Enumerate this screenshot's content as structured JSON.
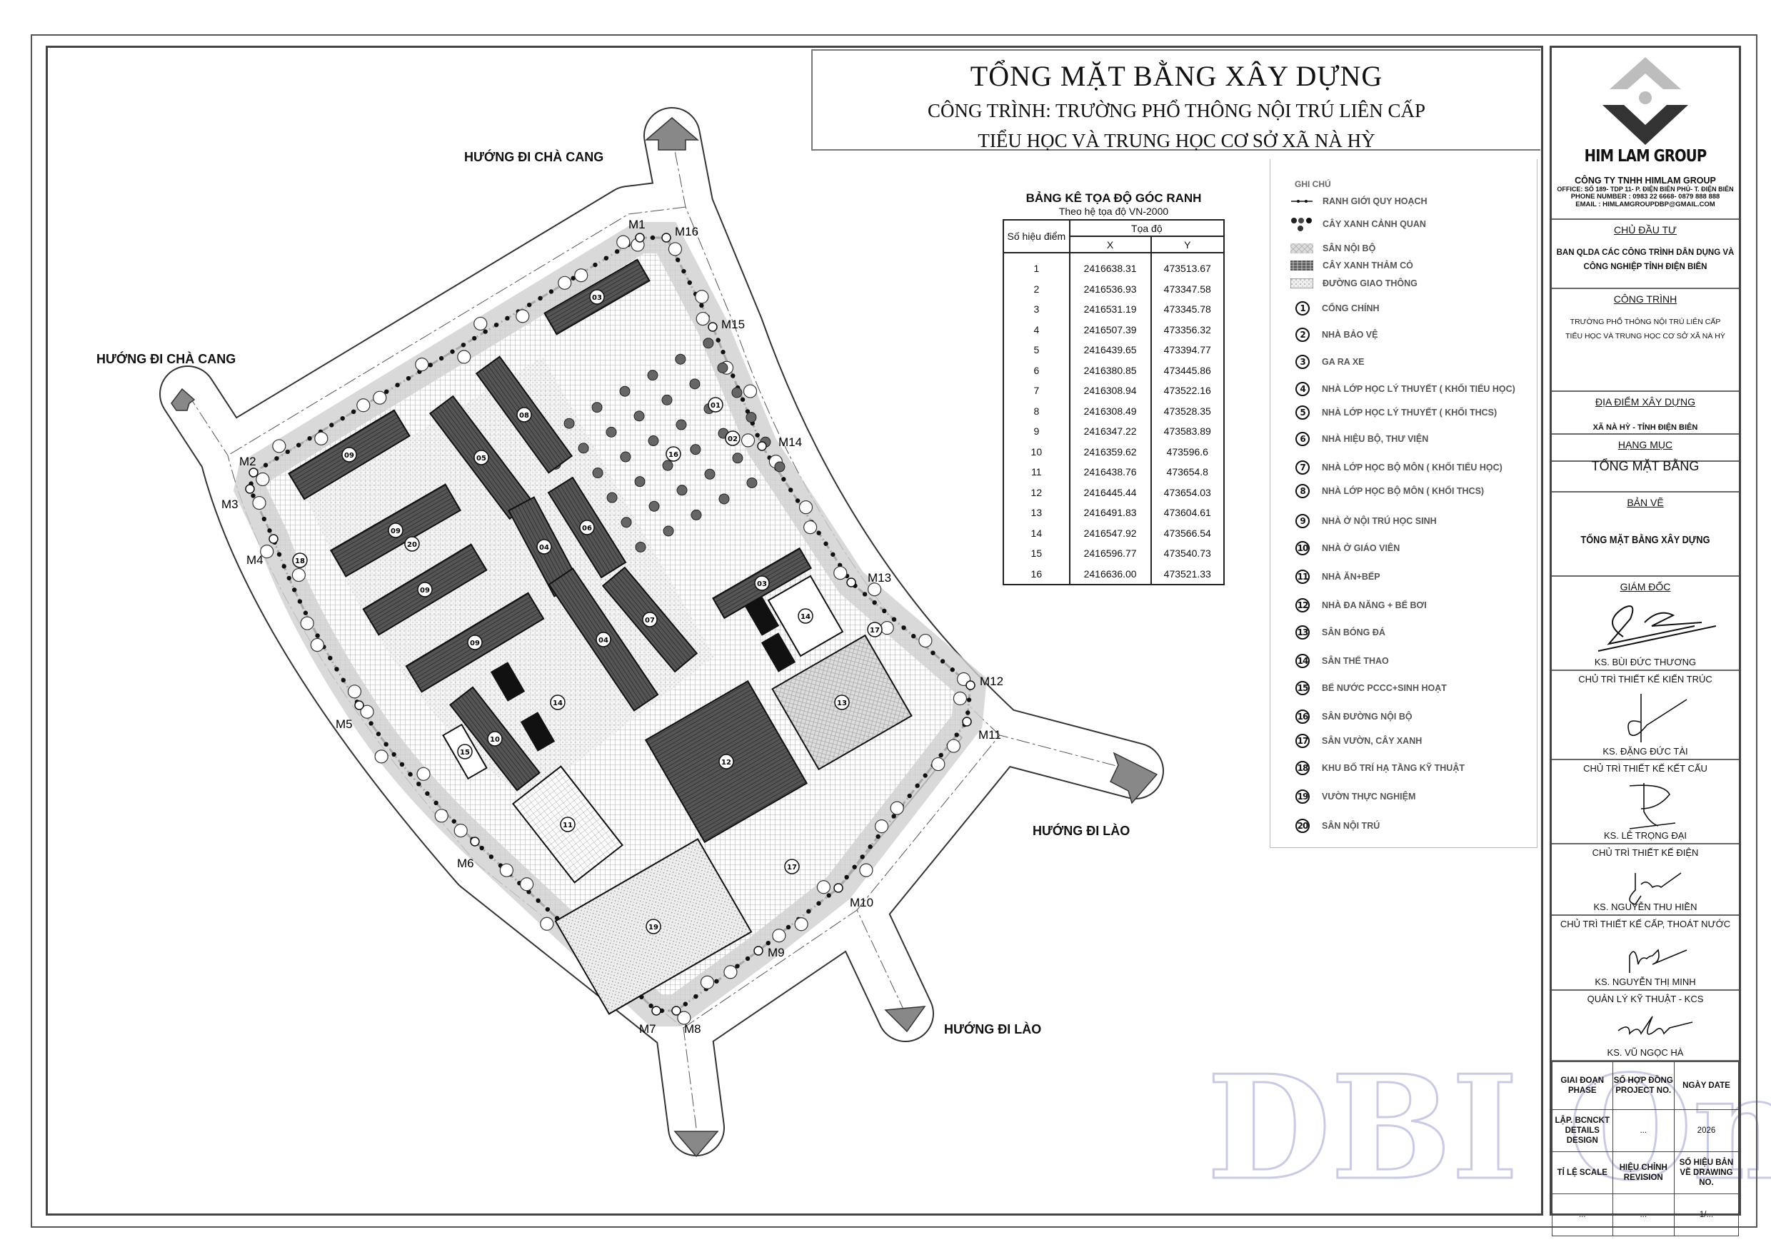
{
  "header": {
    "title": "TỔNG MẶT BẰNG XÂY DỰNG",
    "subtitle_line1": "CÔNG TRÌNH: TRƯỜNG PHỔ THÔNG NỘI TRÚ LIÊN CẤP",
    "subtitle_line2": "TIỂU HỌC VÀ TRUNG HỌC CƠ SỞ XÃ NÀ HỲ"
  },
  "plan": {
    "directions": [
      "HƯỚNG ĐI CHÀ CANG",
      "HƯỚNG ĐI CHÀ CANG",
      "HƯỚNG ĐI LÀO",
      "HƯỚNG ĐI LÀO"
    ],
    "markers": [
      "M1",
      "M2",
      "M3",
      "M4",
      "M5",
      "M6",
      "M7",
      "M8",
      "M9",
      "M10",
      "M11",
      "M12",
      "M13",
      "M14",
      "M15",
      "M16"
    ],
    "building_labels": [
      "03",
      "08",
      "05",
      "06",
      "04",
      "04",
      "07",
      "09",
      "09",
      "09",
      "09",
      "10",
      "11",
      "12",
      "03",
      "14",
      "13",
      "19",
      "15",
      "14",
      "16",
      "17",
      "17",
      "18",
      "20",
      "01",
      "02"
    ]
  },
  "coord_table": {
    "title": "BẢNG KÊ TỌA ĐỘ GÓC RANH",
    "subtitle": "Theo hệ tọa độ VN-2000",
    "col_point": "Số hiệu điểm",
    "col_coord": "Tọa độ",
    "col_x": "X",
    "col_y": "Y",
    "rows": [
      [
        "1",
        "2416638.31",
        "473513.67"
      ],
      [
        "2",
        "2416536.93",
        "473347.58"
      ],
      [
        "3",
        "2416531.19",
        "473345.78"
      ],
      [
        "4",
        "2416507.39",
        "473356.32"
      ],
      [
        "5",
        "2416439.65",
        "473394.77"
      ],
      [
        "6",
        "2416380.85",
        "473445.86"
      ],
      [
        "7",
        "2416308.94",
        "473522.16"
      ],
      [
        "8",
        "2416308.49",
        "473528.35"
      ],
      [
        "9",
        "2416347.22",
        "473583.89"
      ],
      [
        "10",
        "2416359.62",
        "473596.6"
      ],
      [
        "11",
        "2416438.76",
        "473654.8"
      ],
      [
        "12",
        "2416445.44",
        "473654.03"
      ],
      [
        "13",
        "2416491.83",
        "473604.61"
      ],
      [
        "14",
        "2416547.92",
        "473566.54"
      ],
      [
        "15",
        "2416596.77",
        "473540.73"
      ],
      [
        "16",
        "2416636.00",
        "473521.33"
      ]
    ]
  },
  "legend": {
    "title": "GHI CHÚ",
    "symbols": [
      "RANH GIỚI QUY HOẠCH",
      "CÂY XANH CẢNH QUAN",
      "SÂN NỘI BỘ",
      "CÂY XANH THẢM CỎ",
      "ĐƯỜNG GIAO THÔNG"
    ],
    "items": [
      {
        "num": "1",
        "label": "CỔNG CHÍNH"
      },
      {
        "num": "2",
        "label": "NHÀ BẢO VỆ"
      },
      {
        "num": "3",
        "label": "GA RA XE"
      },
      {
        "num": "4",
        "label": "NHÀ LỚP HỌC LÝ THUYẾT ( KHỐI TIỂU HỌC)"
      },
      {
        "num": "5",
        "label": "NHÀ LỚP HỌC LÝ THUYẾT ( KHỐI THCS)"
      },
      {
        "num": "6",
        "label": "NHÀ HIỆU BỘ, THƯ VIỆN"
      },
      {
        "num": "7",
        "label": "NHÀ LỚP HỌC BỘ MÔN ( KHỐI TIỂU HỌC)"
      },
      {
        "num": "8",
        "label": "NHÀ LỚP HỌC BỘ MÔN ( KHỐI THCS)"
      },
      {
        "num": "9",
        "label": "NHÀ Ở NỘI TRÚ HỌC SINH"
      },
      {
        "num": "10",
        "label": "NHÀ Ở GIÁO VIÊN"
      },
      {
        "num": "11",
        "label": "NHÀ ĂN+BẾP"
      },
      {
        "num": "12",
        "label": "NHÀ ĐA NĂNG + BỂ BƠI"
      },
      {
        "num": "13",
        "label": "SÂN BÓNG ĐÁ"
      },
      {
        "num": "14",
        "label": "SÂN THỂ THAO"
      },
      {
        "num": "15",
        "label": "BỂ NƯỚC PCCC+SINH HOẠT"
      },
      {
        "num": "16",
        "label": "SÂN ĐƯỜNG NỘI BỘ"
      },
      {
        "num": "17",
        "label": "SÂN VƯỜN, CÂY XANH"
      },
      {
        "num": "18",
        "label": "KHU BỐ TRÍ HẠ TẦNG KỸ THUẬT"
      },
      {
        "num": "19",
        "label": "VƯỜN THỰC NGHIỆM"
      },
      {
        "num": "20",
        "label": "SÂN NỘI TRÚ"
      }
    ]
  },
  "title_block": {
    "logo_text": "HIM LAM GROUP",
    "company": "CÔNG TY TNHH HIMLAM GROUP",
    "office": "OFFICE: SỐ 189- TDP 11- P. ĐIỆN BIÊN PHỦ- T. ĐIỆN BIÊN",
    "phone": "PHONE NUMBER : 0983 22 6668- 0879 888 888",
    "email": "EMAIL : HIMLAMGROUPDBP@GMAIL.COM",
    "investor_h": "CHỦ ĐẦU TƯ",
    "investor_1": "BAN QLDA CÁC CÔNG TRÌNH DÂN DỤNG VÀ",
    "investor_2": "CÔNG NGHIỆP TỈNH ĐIỆN BIÊN",
    "project_h": "CÔNG TRÌNH",
    "project_1": "TRƯỜNG PHỔ THÔNG NỘI TRÚ LIÊN CẤP",
    "project_2": "TIỂU HỌC VÀ TRUNG HỌC CƠ SỞ XÃ NÀ HỲ",
    "location_h": "ĐỊA ĐIỂM XÂY DỰNG",
    "location": "XÃ NÀ HỲ - TỈNH ĐIỆN BIÊN",
    "item_h": "HẠNG MỤC",
    "item": "TỔNG MẶT BẰNG",
    "drawing_h": "BẢN VẼ",
    "drawing": "TỔNG MẶT BẰNG XÂY DỰNG",
    "signers": [
      {
        "role": "GIÁM ĐỐC",
        "name": "KS. BÙI ĐỨC THƯƠNG"
      },
      {
        "role": "CHỦ TRÌ THIẾT KẾ KIẾN TRÚC",
        "name": "KS. ĐẶNG ĐỨC TÀI"
      },
      {
        "role": "CHỦ TRÌ THIẾT KẾ KẾT CẤU",
        "name": "KS. LÊ TRỌNG ĐẠI"
      },
      {
        "role": "CHỦ TRÌ THIẾT KẾ ĐIỆN",
        "name": "KS. NGUYỄN THU HIỀN"
      },
      {
        "role": "CHỦ TRÌ THIẾT KẾ CẤP, THOÁT NƯỚC",
        "name": "KS. NGUYỄN THỊ MINH"
      },
      {
        "role": "QUẢN LÝ KỸ THUẬT - KCS",
        "name": "KS. VŨ NGỌC HÀ"
      }
    ],
    "grid": {
      "phase_h": "GIAI ĐOẠN PHASE",
      "project_no_h": "SỐ HỢP ĐỒNG PROJECT NO.",
      "date_h": "NGÀY DATE",
      "phase": "LẬP. BCNCKT DETAILS DESIGN",
      "project_no": "...",
      "date": "2026",
      "scale_h": "TỈ LỆ SCALE",
      "revision_h": "HIỆU CHỈNH REVISION",
      "drawing_no_h": "SỐ HIỆU BẢN VẼ DRAWING NO.",
      "scale": "...",
      "revision": "...",
      "drawing_no": "1/..."
    }
  },
  "watermark": "DBI Online",
  "colors": {
    "line": "#222222",
    "legend_text": "#555555",
    "logo_light": "#bdbdbd",
    "logo_dark": "#333333",
    "watermark": "#c9cbe6"
  }
}
